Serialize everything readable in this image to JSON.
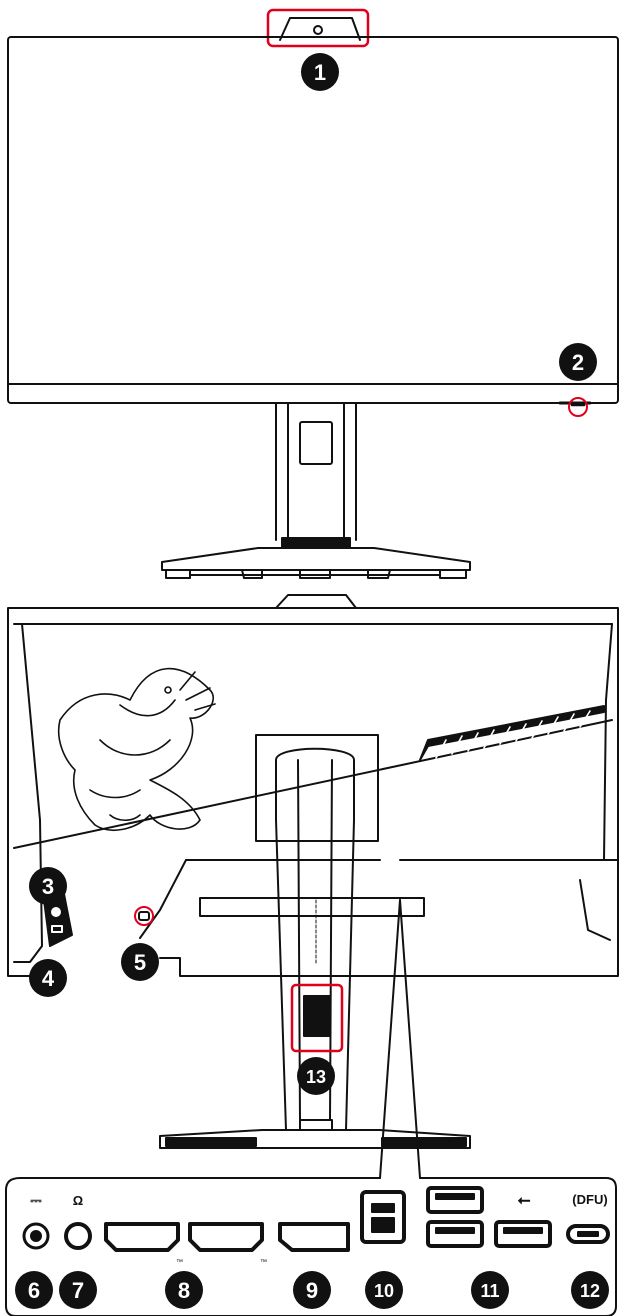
{
  "figure": {
    "callouts": [
      {
        "num": "1"
      },
      {
        "num": "2"
      },
      {
        "num": "3"
      },
      {
        "num": "4"
      },
      {
        "num": "5"
      },
      {
        "num": "6"
      },
      {
        "num": "7"
      },
      {
        "num": "8"
      },
      {
        "num": "9"
      },
      {
        "num": "10"
      },
      {
        "num": "11"
      },
      {
        "num": "12"
      },
      {
        "num": "13"
      }
    ],
    "port_labels": {
      "dc_symbol": "⎓",
      "headphone_symbol": "Ω",
      "hdmi_tm": "™",
      "usb_symbol": "⭠",
      "dfu": "(DFU)"
    }
  },
  "colors": {
    "line": "#111111",
    "highlight": "#e0001b",
    "badge": "#111111",
    "badge_text": "#ffffff"
  }
}
